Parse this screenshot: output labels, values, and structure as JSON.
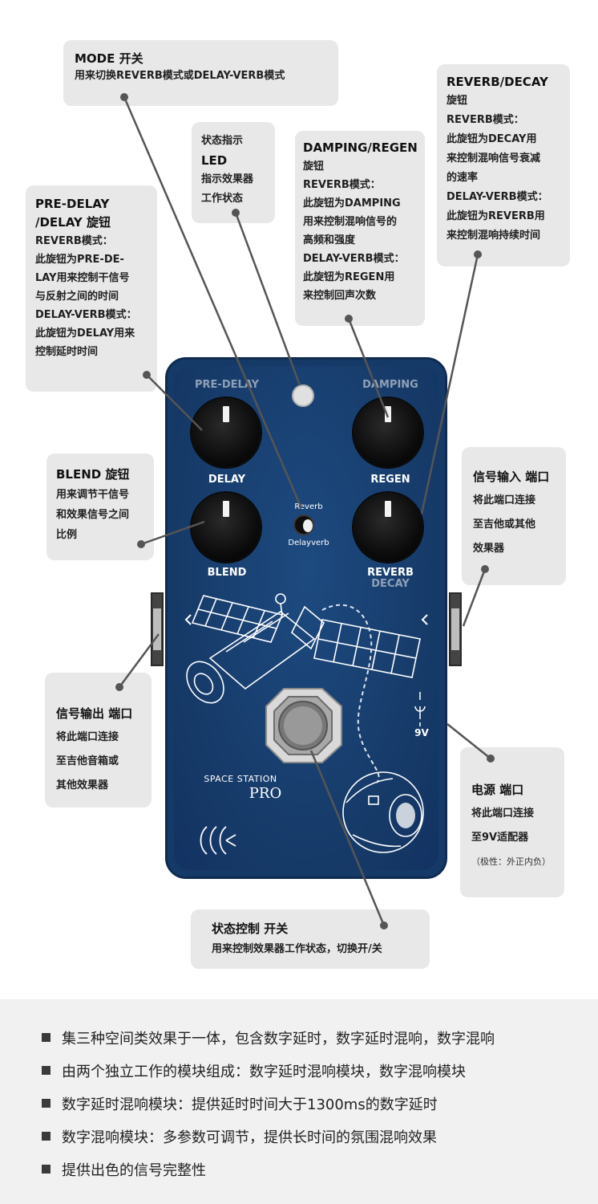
{
  "callouts": {
    "mode": {
      "title": "MODE 开关",
      "line1": "用来切换REVERB模式或DELAY-VERB模式"
    },
    "led": {
      "line1": "状态指示",
      "line2": "LED",
      "line3": "指示效果器",
      "line4": "工作状态"
    },
    "damping": {
      "title": "DAMPING/REGEN",
      "sub": "旋钮",
      "l1": "REVERB模式：",
      "l2": "此旋钮为DAMPING",
      "l3": "用来控制混响信号的",
      "l4": "高频和强度",
      "l5": "DELAY-VERB模式：",
      "l6": "此旋钮为REGEN用",
      "l7": "来控制回声次数"
    },
    "reverb": {
      "title": "REVERB/DECAY",
      "sub": "旋钮",
      "l1": "REVERB模式：",
      "l2": "此旋钮为DECAY用",
      "l3": "来控制混响信号衰减",
      "l4": "的速率",
      "l5": "DELAY-VERB模式：",
      "l6": "此旋钮为REVERB用",
      "l7": "来控制混响持续时间"
    },
    "predelay": {
      "title1": "PRE-DELAY",
      "title2": "/DELAY 旋钮",
      "l1": "REVERB模式：",
      "l2": "此旋钮为PRE-DE-",
      "l3": "LAY用来控制干信号",
      "l4": "与反射之间的时间",
      "l5": "DELAY-VERB模式：",
      "l6": "此旋钮为DELAY用来",
      "l7": "控制延时时间"
    },
    "blend": {
      "title": "BLEND 旋钮",
      "l1": "用来调节干信号",
      "l2": "和效果信号之间",
      "l3": "比例"
    },
    "input": {
      "title": "信号输入 端口",
      "l1": "将此端口连接",
      "l2": "至吉他或其他",
      "l3": "效果器"
    },
    "output": {
      "title": "信号输出 端口",
      "l1": "将此端口连接",
      "l2": "至吉他音箱或",
      "l3": "其他效果器"
    },
    "power": {
      "title": "电源 端口",
      "l1": "将此端口连接",
      "l2": "至9V适配器",
      "l3": "（极性：外正内负）"
    },
    "footswitch": {
      "title": "状态控制 开关",
      "l1": "用来控制效果器工作状态，切换开/关"
    }
  },
  "pedal": {
    "label_predelay": "PRE-DELAY",
    "label_delay": "DELAY",
    "label_damping": "DAMPING",
    "label_regen": "REGEN",
    "label_blend": "BLEND",
    "label_reverb": "REVERB",
    "label_decay": "DECAY",
    "switch_top": "Reverb",
    "switch_bottom": "Delayverb",
    "power_label": "9V",
    "brand_line1": "SPACE STATION",
    "brand_line2": "PRO",
    "colors": {
      "body": "#163a68",
      "panel": "#e8e8e8",
      "knob": "#0a0a0a"
    }
  },
  "features": [
    "集三种空间类效果于一体，包含数字延时，数字延时混响，数字混响",
    "由两个独立工作的模块组成：数字延时混响模块，数字混响模块",
    "数字延时混响模块：提供延时时间大于1300ms的数字延时",
    "数字混响模块：多参数可调节，提供长时间的氛围混响效果",
    "提供出色的信号完整性"
  ]
}
